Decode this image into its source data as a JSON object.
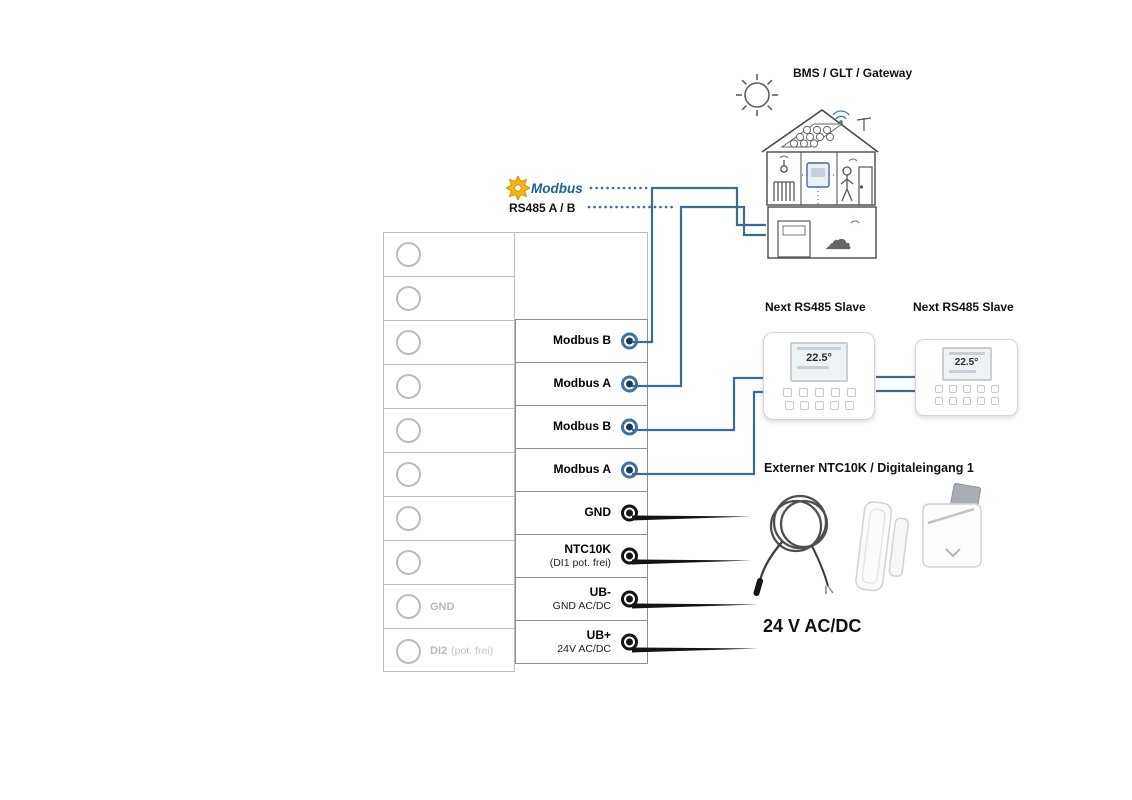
{
  "diagram": {
    "bms_label": "BMS / GLT / Gateway",
    "modbus_logo_text": "Modbus",
    "rs485_label": "RS485 A / B",
    "slave1_label": "Next RS485 Slave",
    "slave2_label": "Next RS485 Slave",
    "sensors_heading": "Externer NTC10K / Digitaleingang 1",
    "power_label": "24 V AC/DC"
  },
  "devices": {
    "slave1": {
      "display_temp": "22.5°"
    },
    "slave2": {
      "display_temp": "22.5°"
    }
  },
  "terminal_block": {
    "left_rows": [
      {
        "label": "",
        "sub": ""
      },
      {
        "label": "",
        "sub": ""
      },
      {
        "label": "",
        "sub": ""
      },
      {
        "label": "",
        "sub": ""
      },
      {
        "label": "",
        "sub": ""
      },
      {
        "label": "",
        "sub": ""
      },
      {
        "label": "",
        "sub": ""
      },
      {
        "label": "",
        "sub": ""
      },
      {
        "label": "GND",
        "sub": ""
      },
      {
        "label": "DI2",
        "sub": "(pot. frei)"
      }
    ],
    "right_rows": [
      {
        "label": "Modbus B",
        "sub": "",
        "connector": "blue"
      },
      {
        "label": "Modbus A",
        "sub": "",
        "connector": "blue"
      },
      {
        "label": "Modbus B",
        "sub": "",
        "connector": "blue"
      },
      {
        "label": "Modbus A",
        "sub": "",
        "connector": "blue"
      },
      {
        "label": "GND",
        "sub": "",
        "connector": "black"
      },
      {
        "label": "NTC10K",
        "sub": "(DI1 pot. frei)",
        "connector": "black"
      },
      {
        "label": "UB-",
        "sub": "GND AC/DC",
        "connector": "black"
      },
      {
        "label": "UB+",
        "sub": "24V AC/DC",
        "connector": "black"
      }
    ]
  },
  "colors": {
    "modbus_blue": "#3d6a96",
    "connector_blue": "#41739f",
    "connector_blue_core": "#17395b",
    "line_black": "#141414",
    "modbus_yellow": "#f4b41a"
  }
}
